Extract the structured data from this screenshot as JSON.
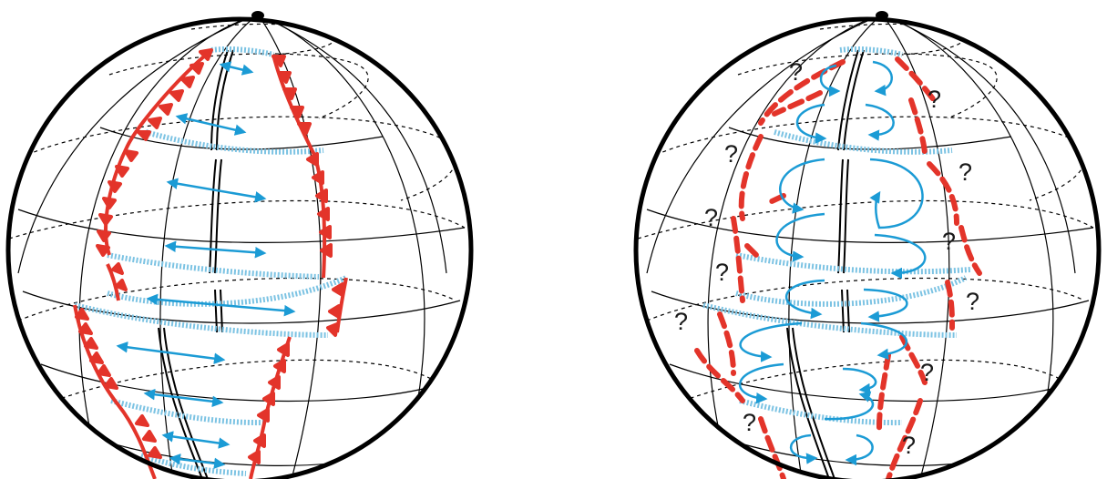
{
  "colors": {
    "outline": "#000000",
    "grid": "#000000",
    "subduction": "#e3342a",
    "transform": "#7cc3e3",
    "arrow": "#1b9bd5",
    "ridge": "#000000"
  },
  "left_globe": {
    "description_icons": [
      "subduction-teeth",
      "ridge-double-line",
      "transform-fault-hatch",
      "spreading-double-arrow"
    ]
  },
  "right_globe": {
    "question_mark": "?"
  }
}
